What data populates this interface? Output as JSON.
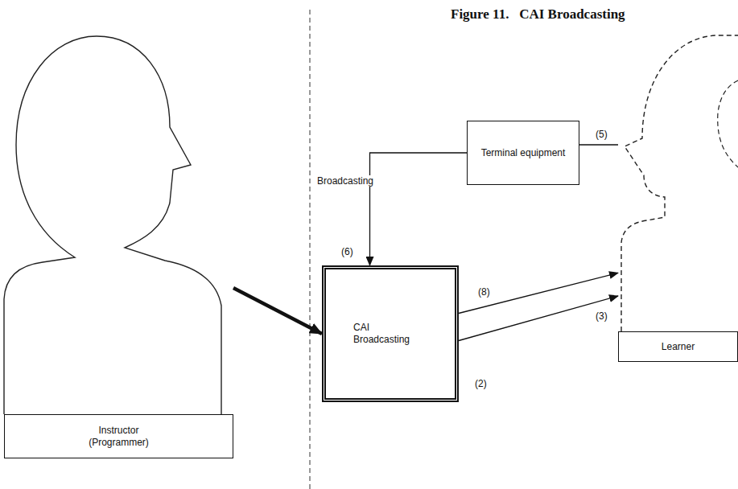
{
  "diagram": {
    "title": "Figure 11.   CAI Broadcasting",
    "nodes": [
      {
        "text": [
          "Instructor (Programmer)"
        ]
      },
      {
        "text": [
          "Terminal equipment"
        ]
      },
      {
        "text": [
          "CAI Broadcasting"
        ]
      },
      {
        "text": [
          "Learner"
        ]
      }
    ],
    "edges": [
      {
        "from": 0,
        "to": 2,
        "arrow": "to"
      },
      {
        "from": 1,
        "to": 2,
        "label": "(6)",
        "arrow": "to"
      },
      {
        "from": 1,
        "to": 3,
        "label": "(5)",
        "arrow": "none"
      },
      {
        "from": 2,
        "to": 3,
        "label": "(8)",
        "arrow": "to"
      },
      {
        "from": 2,
        "to": 3,
        "label": "(3)",
        "arrow": "to"
      }
    ],
    "labels": [
      "Broadcasting",
      "(2)"
    ]
  }
}
